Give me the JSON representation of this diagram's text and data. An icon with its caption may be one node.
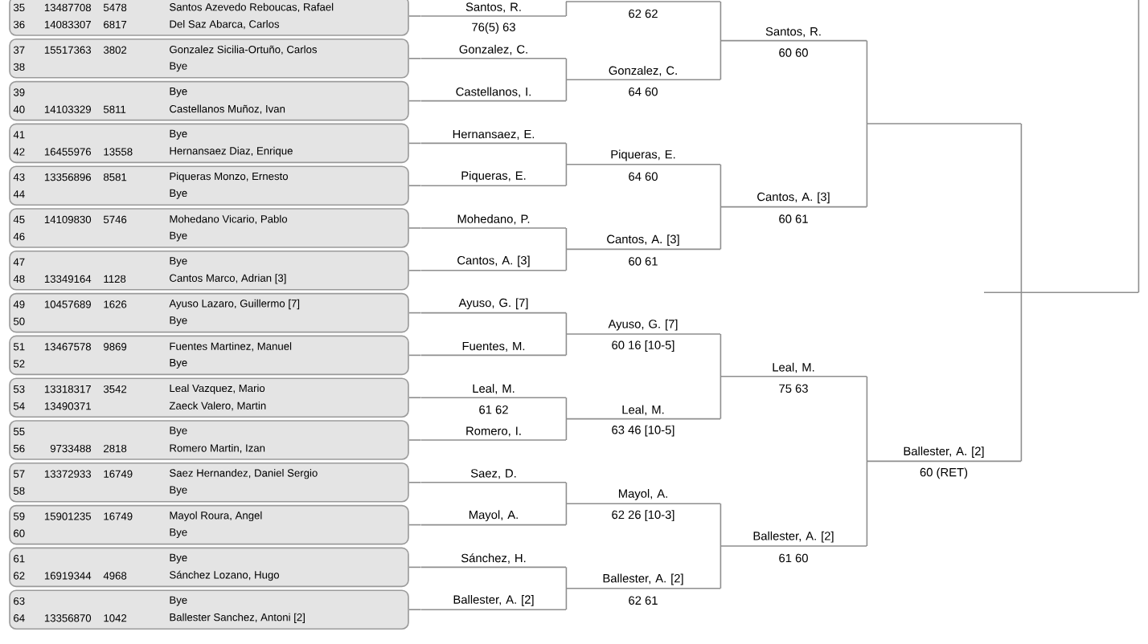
{
  "diagram": {
    "nodes": [
      {
        "text": [
          "35",
          "13487708",
          "5478",
          "Santos Azevedo Reboucas, Rafael",
          "36",
          "14083307",
          "6817",
          "Del Saz Abarca, Carlos"
        ]
      },
      {
        "text": [
          "37",
          "15517363",
          "3802",
          "Gonzalez Sicilia-Ortuño, Carlos",
          "38",
          "Bye"
        ]
      },
      {
        "text": [
          "39",
          "Bye",
          "40",
          "14103329",
          "5811",
          "Castellanos Muñoz, Ivan"
        ]
      },
      {
        "text": [
          "41",
          "Bye",
          "42",
          "16455976",
          "13558",
          "Hernansaez Diaz, Enrique"
        ]
      },
      {
        "text": [
          "43",
          "13356896",
          "8581",
          "Piqueras Monzo, Ernesto",
          "44",
          "Bye"
        ]
      },
      {
        "text": [
          "45",
          "14109830",
          "5746",
          "Mohedano Vicario, Pablo",
          "46",
          "Bye"
        ]
      },
      {
        "text": [
          "47",
          "Bye",
          "48",
          "13349164",
          "1128",
          "Cantos Marco, Adrian [3]"
        ]
      },
      {
        "text": [
          "49",
          "10457689",
          "1626",
          "Ayuso Lazaro, Guillermo [7]",
          "50",
          "Bye"
        ]
      },
      {
        "text": [
          "51",
          "13467578",
          "9869",
          "Fuentes Martinez, Manuel",
          "52",
          "Bye"
        ]
      },
      {
        "text": [
          "53",
          "13318317",
          "3542",
          "Leal Vazquez, Mario",
          "54",
          "13490371",
          "Zaeck Valero, Martin"
        ]
      },
      {
        "text": [
          "55",
          "Bye",
          "56",
          "9733488",
          "2818",
          "Romero Martin, Izan"
        ]
      },
      {
        "text": [
          "57",
          "13372933",
          "16749",
          "Saez Hernandez, Daniel Sergio",
          "58",
          "Bye"
        ]
      },
      {
        "text": [
          "59",
          "15901235",
          "16749",
          "Mayol Roura, Angel",
          "60",
          "Bye"
        ]
      },
      {
        "text": [
          "61",
          "Bye",
          "62",
          "16919344",
          "4968",
          "Sánchez Lozano, Hugo"
        ]
      },
      {
        "text": [
          "63",
          "Bye",
          "64",
          "13356870",
          "1042",
          "Ballester Sanchez, Antoni [2]"
        ]
      },
      {
        "text": [
          "Santos, R.",
          "76(5) 63"
        ]
      },
      {
        "text": [
          "Gonzalez, C."
        ]
      },
      {
        "text": [
          "Castellanos, I."
        ]
      },
      {
        "text": [
          "Hernansaez, E."
        ]
      },
      {
        "text": [
          "Piqueras, E."
        ]
      },
      {
        "text": [
          "Mohedano, P."
        ]
      },
      {
        "text": [
          "Cantos, A. [3]"
        ]
      },
      {
        "text": [
          "Ayuso, G. [7]"
        ]
      },
      {
        "text": [
          "Fuentes, M."
        ]
      },
      {
        "text": [
          "Leal, M.",
          "61 62"
        ]
      },
      {
        "text": [
          "Romero, I."
        ]
      },
      {
        "text": [
          "Saez, D."
        ]
      },
      {
        "text": [
          "Mayol, A."
        ]
      },
      {
        "text": [
          "Sánchez, H."
        ]
      },
      {
        "text": [
          "Ballester, A. [2]"
        ]
      },
      {
        "text": [
          "62 62"
        ]
      },
      {
        "text": [
          "Gonzalez, C.",
          "64 60"
        ]
      },
      {
        "text": [
          "Piqueras, E.",
          "64 60"
        ]
      },
      {
        "text": [
          "Cantos, A. [3]",
          "60 61"
        ]
      },
      {
        "text": [
          "Ayuso, G. [7]",
          "60 16 [10-5]"
        ]
      },
      {
        "text": [
          "Leal, M.",
          "63 46 [10-5]"
        ]
      },
      {
        "text": [
          "Mayol, A.",
          "62 26 [10-3]"
        ]
      },
      {
        "text": [
          "Ballester, A. [2]",
          "62 61"
        ]
      },
      {
        "text": [
          "Santos, R.",
          "60 60"
        ]
      },
      {
        "text": [
          "Cantos, A. [3]",
          "60 61"
        ]
      },
      {
        "text": [
          "Leal, M.",
          "75 63"
        ]
      },
      {
        "text": [
          "Ballester, A. [2]",
          "61 60"
        ]
      },
      {
        "text": [],
        "shape": "line"
      },
      {
        "text": [
          "Ballester, A. [2]",
          "60 (RET)"
        ]
      },
      {
        "text": [],
        "shape": "line"
      }
    ],
    "edges": [
      {
        "from": 0,
        "to": 15,
        "arrow": "none"
      },
      {
        "from": 1,
        "to": 16,
        "arrow": "none"
      },
      {
        "from": 2,
        "to": 17,
        "arrow": "none"
      },
      {
        "from": 3,
        "to": 18,
        "arrow": "none"
      },
      {
        "from": 4,
        "to": 19,
        "arrow": "none"
      },
      {
        "from": 5,
        "to": 20,
        "arrow": "none"
      },
      {
        "from": 6,
        "to": 21,
        "arrow": "none"
      },
      {
        "from": 7,
        "to": 22,
        "arrow": "none"
      },
      {
        "from": 8,
        "to": 23,
        "arrow": "none"
      },
      {
        "from": 9,
        "to": 24,
        "arrow": "none"
      },
      {
        "from": 10,
        "to": 25,
        "arrow": "none"
      },
      {
        "from": 11,
        "to": 26,
        "arrow": "none"
      },
      {
        "from": 12,
        "to": 27,
        "arrow": "none"
      },
      {
        "from": 13,
        "to": 28,
        "arrow": "none"
      },
      {
        "from": 14,
        "to": 29,
        "arrow": "none"
      },
      {
        "from": 15,
        "to": 30,
        "arrow": "none"
      },
      {
        "from": 16,
        "to": 31,
        "arrow": "none"
      },
      {
        "from": 17,
        "to": 31,
        "arrow": "none"
      },
      {
        "from": 18,
        "to": 32,
        "arrow": "none"
      },
      {
        "from": 19,
        "to": 32,
        "arrow": "none"
      },
      {
        "from": 20,
        "to": 33,
        "arrow": "none"
      },
      {
        "from": 21,
        "to": 33,
        "arrow": "none"
      },
      {
        "from": 22,
        "to": 34,
        "arrow": "none"
      },
      {
        "from": 23,
        "to": 34,
        "arrow": "none"
      },
      {
        "from": 24,
        "to": 35,
        "arrow": "none"
      },
      {
        "from": 25,
        "to": 35,
        "arrow": "none"
      },
      {
        "from": 26,
        "to": 36,
        "arrow": "none"
      },
      {
        "from": 27,
        "to": 36,
        "arrow": "none"
      },
      {
        "from": 28,
        "to": 37,
        "arrow": "none"
      },
      {
        "from": 29,
        "to": 37,
        "arrow": "none"
      },
      {
        "from": 30,
        "to": 38,
        "arrow": "none"
      },
      {
        "from": 31,
        "to": 38,
        "arrow": "none"
      },
      {
        "from": 32,
        "to": 39,
        "arrow": "none"
      },
      {
        "from": 33,
        "to": 39,
        "arrow": "none"
      },
      {
        "from": 34,
        "to": 40,
        "arrow": "none"
      },
      {
        "from": 35,
        "to": 40,
        "arrow": "none"
      },
      {
        "from": 36,
        "to": 41,
        "arrow": "none"
      },
      {
        "from": 37,
        "to": 41,
        "arrow": "none"
      },
      {
        "from": 38,
        "to": 42,
        "arrow": "none"
      },
      {
        "from": 39,
        "to": 42,
        "arrow": "none"
      },
      {
        "from": 40,
        "to": 43,
        "arrow": "none"
      },
      {
        "from": 41,
        "to": 43,
        "arrow": "none"
      },
      {
        "from": 42,
        "to": 44,
        "arrow": "none"
      },
      {
        "from": 43,
        "to": 44,
        "arrow": "none"
      },
      {
        "from": 44,
        "to": null,
        "arrow": "none"
      }
    ]
  }
}
